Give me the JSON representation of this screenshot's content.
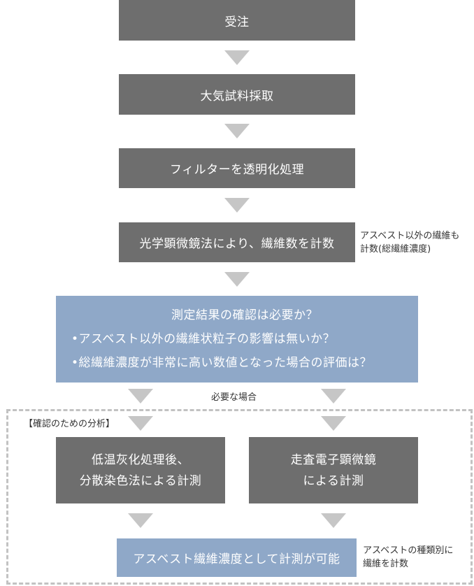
{
  "steps": {
    "order": "受注",
    "sampling": "大気試料採取",
    "filter": "フィルターを透明化処理",
    "optical": "光学顕微鏡法により、繊維数を計数"
  },
  "optical_note": {
    "line1": "アスベスト以外の繊維も",
    "line2": "計数(総繊維濃度)"
  },
  "question": {
    "title": "測定結果の確認は必要か？",
    "item1": "•アスベスト以外の繊維状粒子の影響は無いか？",
    "item2": "•総繊維濃度が非常に高い数値となった場合の評価は？"
  },
  "needed_label": "必要な場合",
  "confirm_section": {
    "label": "【確認のための分析】",
    "left": {
      "line1": "低温灰化処理後、",
      "line2": "分散染色法による計測"
    },
    "right": {
      "line1": "走査電子顕微鏡",
      "line2": "による計測"
    },
    "result": "アスベスト繊維濃度として計測が可能",
    "result_note": {
      "line1": "アスベストの種類別に",
      "line2": "繊維を計数"
    }
  },
  "colors": {
    "step_box": "#6e6e6e",
    "question_box": "#8fa8c8",
    "arrow": "#c6c6c6",
    "dashed_border": "#c2c2c2"
  }
}
